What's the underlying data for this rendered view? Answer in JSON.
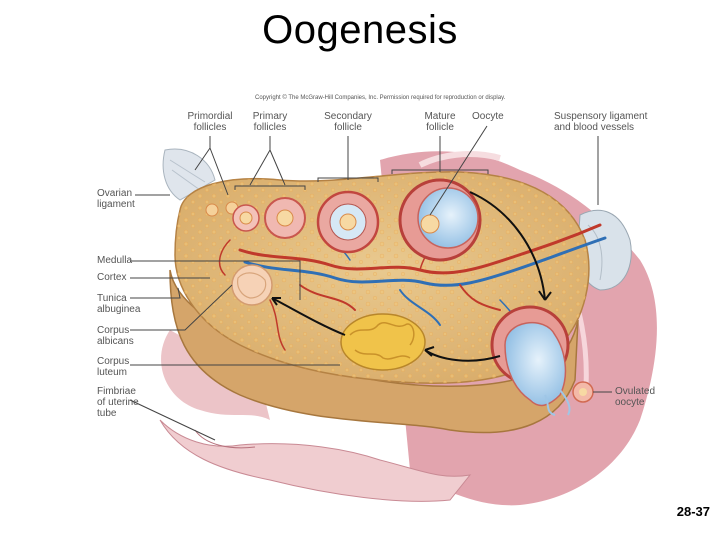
{
  "title": "Oogenesis",
  "copyright": "Copyright © The McGraw-Hill Companies, Inc. Permission required for reproduction or display.",
  "page_number": "28-37",
  "labels": {
    "primordial": "Primordial\nfollicles",
    "primary": "Primary\nfollicles",
    "secondary": "Secondary\nfollicle",
    "mature": "Mature\nfollicle",
    "oocyte": "Oocyte",
    "suspensory": "Suspensory ligament\nand blood vessels",
    "ovarian_ligament": "Ovarian\nligament",
    "medulla": "Medulla",
    "cortex": "Cortex",
    "tunica": "Tunica\nalbuginea",
    "albicans": "Corpus\nalbicans",
    "luteum": "Corpus\nluteum",
    "fimbriae": "Fimbriae\nof uterine\ntube",
    "ovulated": "Ovulated\noocyte"
  }
}
